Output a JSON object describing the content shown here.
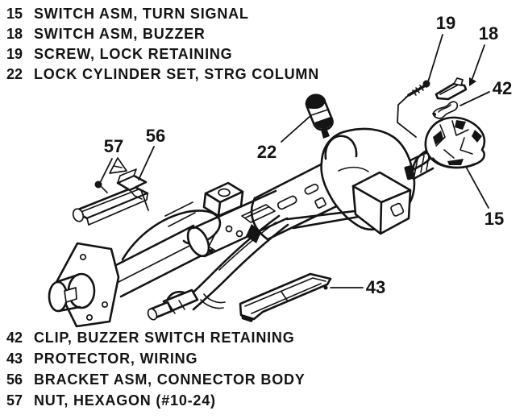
{
  "figure": {
    "background_color": "#ffffff",
    "ink_color": "#141414"
  },
  "legend_top": {
    "items": [
      {
        "num": "15",
        "label": "SWITCH ASM, TURN SIGNAL"
      },
      {
        "num": "18",
        "label": "SWITCH ASM, BUZZER"
      },
      {
        "num": "19",
        "label": "SCREW, LOCK RETAINING"
      },
      {
        "num": "22",
        "label": "LOCK CYLINDER SET, STRG COLUMN"
      }
    ]
  },
  "legend_bottom": {
    "items": [
      {
        "num": "42",
        "label": "CLIP, BUZZER SWITCH RETAINING"
      },
      {
        "num": "43",
        "label": "PROTECTOR, WIRING"
      },
      {
        "num": "56",
        "label": "BRACKET ASM, CONNECTOR BODY"
      },
      {
        "num": "57",
        "label": "NUT, HEXAGON (#10-24)"
      }
    ]
  },
  "callouts": {
    "c15": "15",
    "c18": "18",
    "c19": "19",
    "c22": "22",
    "c42": "42",
    "c43": "43",
    "c56": "56",
    "c57": "57"
  }
}
